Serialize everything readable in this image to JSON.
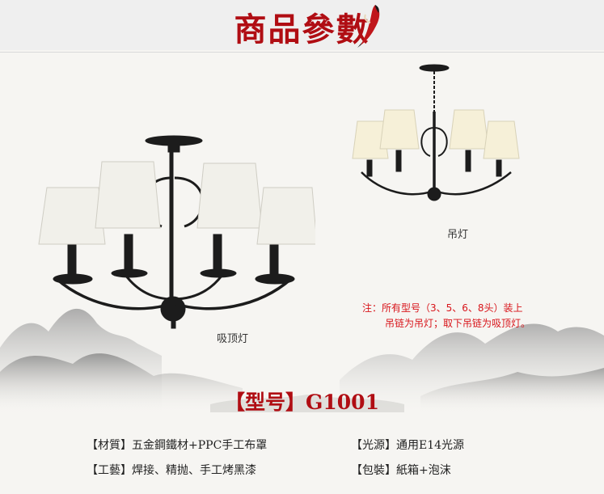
{
  "header": {
    "title": "商品參數"
  },
  "lamps": {
    "hanging_caption": "吊灯",
    "ceiling_caption": "吸顶灯"
  },
  "note": {
    "line1": "注：所有型号（3、5、6、8头）装上",
    "line2": "吊链为吊灯；取下吊链为吸顶灯。"
  },
  "model": {
    "text": "【型号】G1001"
  },
  "specs": [
    {
      "label": "【材質】",
      "value": "五金鋼鐵材+PPC手工布罩"
    },
    {
      "label": "【光源】",
      "value": "通用E14光源"
    },
    {
      "label": "【工藝】",
      "value": "焊接、精抛、手工烤黑漆"
    },
    {
      "label": "【包裝】",
      "value": "紙箱+泡沫"
    }
  ],
  "colors": {
    "accent": "#b00d13",
    "note": "#d8141a"
  }
}
